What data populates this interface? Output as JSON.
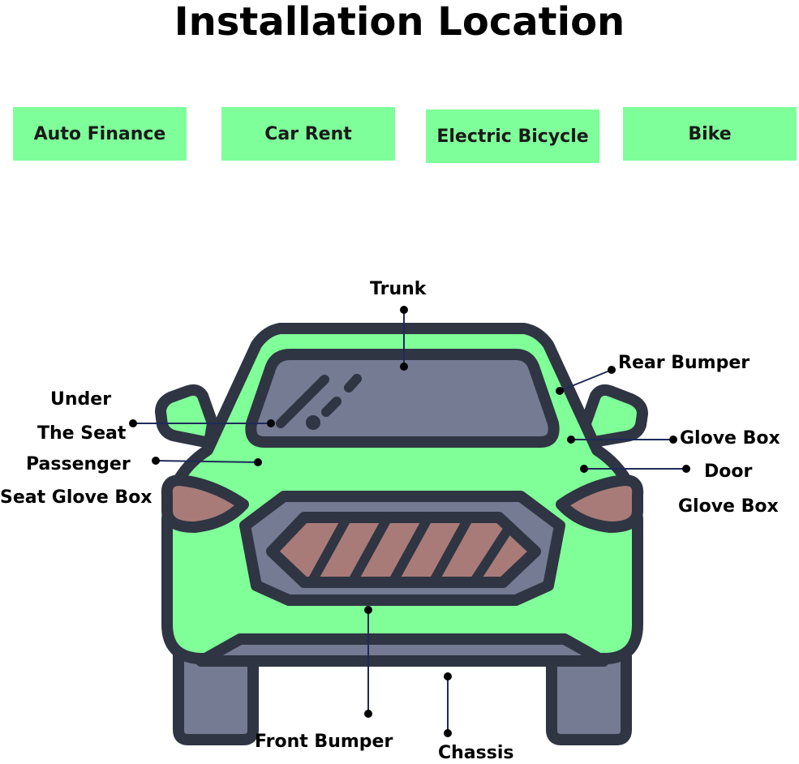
{
  "title": "Installation Location",
  "tags": [
    "Auto Finance",
    "Car Rent",
    "Electric Bicycle",
    "Bike"
  ],
  "labels": {
    "trunk": "Trunk",
    "rear_bumper": "Rear Bumper",
    "under_1": "Under",
    "under_2": "The Seat",
    "passenger_1": "Passenger",
    "passenger_2": "Seat Glove Box",
    "glove_box": "Glove Box",
    "door_1": "Door",
    "door_2": "Glove Box",
    "front_bumper": "Front Bumper",
    "chassis": "Chassis"
  },
  "colors": {
    "accent_green": "#7fff9a",
    "car_body": "#80ff99",
    "outline": "#2f3542",
    "glass": "#747b93",
    "lamp": "#a87b79"
  }
}
